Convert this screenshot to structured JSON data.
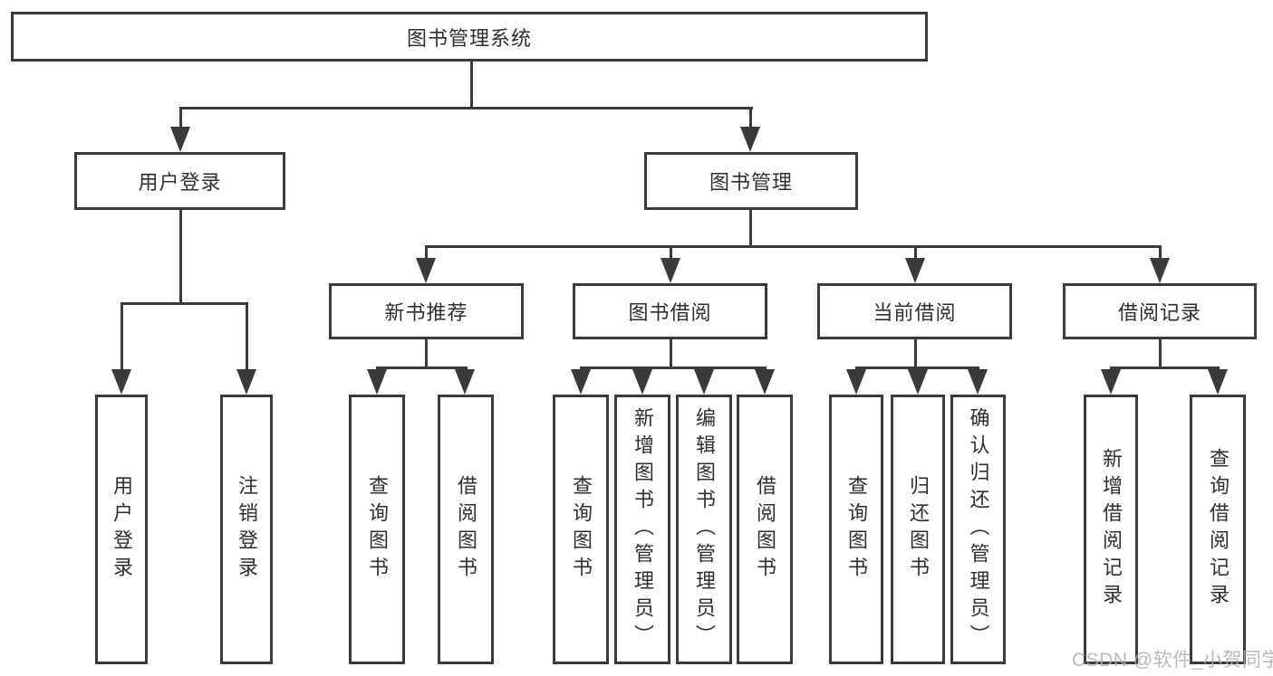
{
  "diagram": {
    "title": "图书管理系统",
    "root": {
      "label": "图书管理系统"
    },
    "level2": [
      {
        "label": "用户登录"
      },
      {
        "label": "图书管理"
      }
    ],
    "login_leaves": [
      {
        "label": "用户登录"
      },
      {
        "label": "注销登录"
      }
    ],
    "level3": [
      {
        "label": "新书推荐"
      },
      {
        "label": "图书借阅"
      },
      {
        "label": "当前借阅"
      },
      {
        "label": "借阅记录"
      }
    ],
    "new_book_leaves": [
      {
        "label": "查询图书"
      },
      {
        "label": "借阅图书"
      }
    ],
    "borrow_leaves": [
      {
        "label": "查询图书"
      },
      {
        "label": "新增图书（管理员）"
      },
      {
        "label": "编辑图书（管理员）"
      },
      {
        "label": "借阅图书"
      }
    ],
    "current_leaves": [
      {
        "label": "查询图书"
      },
      {
        "label": "归还图书"
      },
      {
        "label": "确认归还（管理员）"
      }
    ],
    "record_leaves": [
      {
        "label": "新增借阅记录"
      },
      {
        "label": "查询借阅记录"
      }
    ]
  },
  "watermark": "CSDN @软件_小贺同学",
  "colors": {
    "line": "#3a3a3a",
    "text": "#2f2f2f",
    "watermark": "#aeacac",
    "background": "#ffffff"
  }
}
